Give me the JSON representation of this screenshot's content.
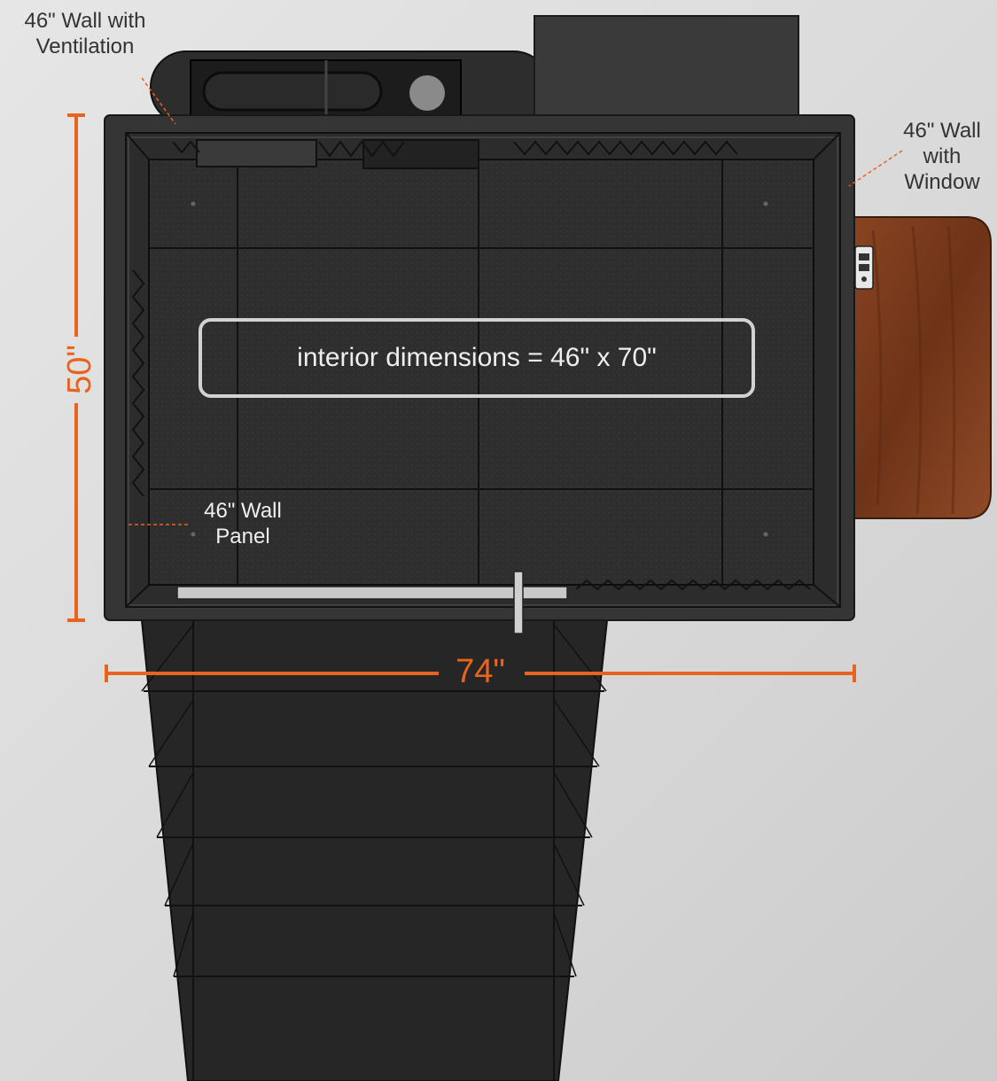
{
  "labels": {
    "ventilation_wall": [
      "46\" Wall with",
      "Ventilation"
    ],
    "window_wall": [
      "46\" Wall",
      "with",
      "Window"
    ],
    "wall_panel": [
      "46\" Wall",
      "Panel"
    ]
  },
  "interior_dimensions": "interior dimensions = 46\" x 70\"",
  "dimensions": {
    "width": "74\"",
    "height": "50\""
  },
  "colors": {
    "dimension": "#e8641e",
    "booth": "#2a2a2a",
    "frame": "#3a3a3a",
    "desk": "#7a3a1c",
    "label_text": "#333333",
    "interior_box": "#d2d2d2"
  }
}
